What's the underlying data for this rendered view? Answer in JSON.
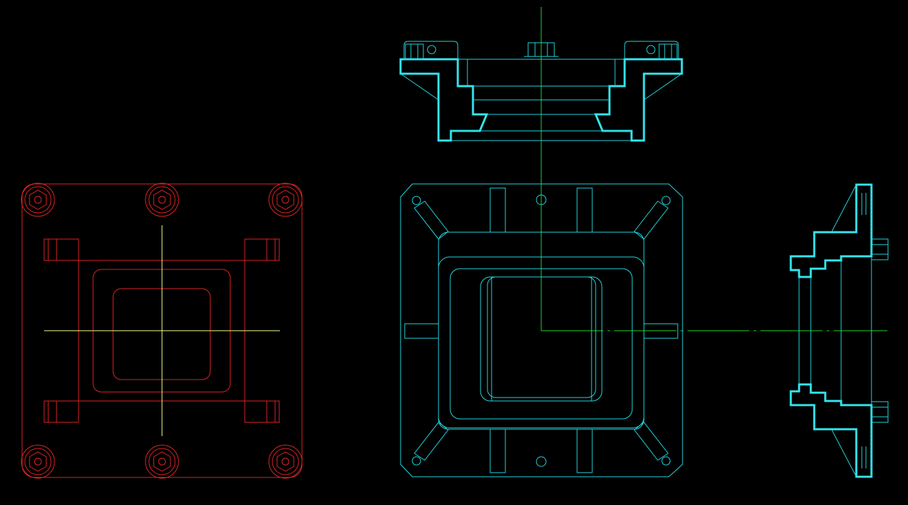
{
  "drawing": {
    "background": "#000000",
    "colors": {
      "left_view": "#e02424",
      "left_centerline": "#ffff99",
      "cyan_thin": "#22d8e0",
      "cyan_thick": "#33e6ee",
      "centerline": "#22d822"
    },
    "views": [
      {
        "name": "top-section-view"
      },
      {
        "name": "front-plan-view"
      },
      {
        "name": "side-section-view"
      },
      {
        "name": "left-plan-view"
      }
    ]
  }
}
